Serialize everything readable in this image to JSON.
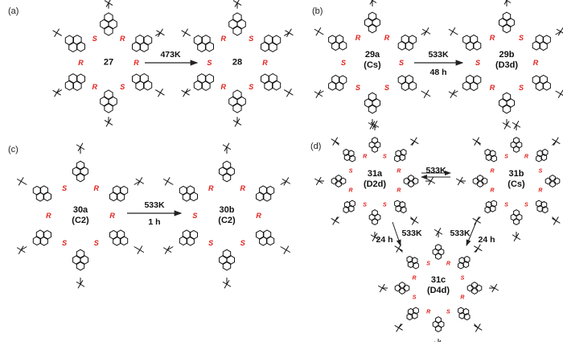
{
  "panels": {
    "a": {
      "label": "(a)",
      "reactant": "27",
      "product": "28",
      "condition": "473K",
      "reactant_stereo": [
        "R",
        "R",
        "S",
        "R",
        "R",
        "S"
      ],
      "product_stereo": [
        "S",
        "R",
        "S",
        "R",
        "S",
        "R"
      ]
    },
    "b": {
      "label": "(b)",
      "reactant": "29a",
      "reactant_sym": "(Cs)",
      "product": "29b",
      "product_sym": "(D3d)",
      "condition": "533K",
      "time": "48 h",
      "reactant_stereo": [
        "R",
        "S",
        "S",
        "S",
        "S",
        "R"
      ],
      "product_stereo": [
        "S",
        "R",
        "S",
        "R",
        "S",
        "R"
      ]
    },
    "c": {
      "label": "(c)",
      "reactant": "30a",
      "reactant_sym": "(C2)",
      "product": "30b",
      "product_sym": "(C2)",
      "condition": "533K",
      "time": "1 h",
      "reactant_stereo": [
        "R",
        "R",
        "S",
        "S",
        "R",
        "S"
      ],
      "product_stereo": [
        "R",
        "R",
        "S",
        "S",
        "S",
        "R"
      ]
    },
    "d": {
      "label": "(d)",
      "a": "31a",
      "a_sym": "(D2d)",
      "b": "31b",
      "b_sym": "(Cs)",
      "c": "31c",
      "c_sym": "(D4d)",
      "condition_ab": "533K",
      "condition_left": "533K",
      "time_left": "24 h",
      "condition_right": "533K",
      "time_right": "24 h",
      "a_stereo": [
        "S",
        "R",
        "R",
        "S",
        "S",
        "R",
        "S",
        "R"
      ],
      "b_stereo": [
        "R",
        "S",
        "R",
        "S",
        "S",
        "R",
        "R",
        "S"
      ],
      "c_stereo": [
        "R",
        "S",
        "R",
        "S",
        "R",
        "S",
        "R",
        "S"
      ]
    }
  }
}
